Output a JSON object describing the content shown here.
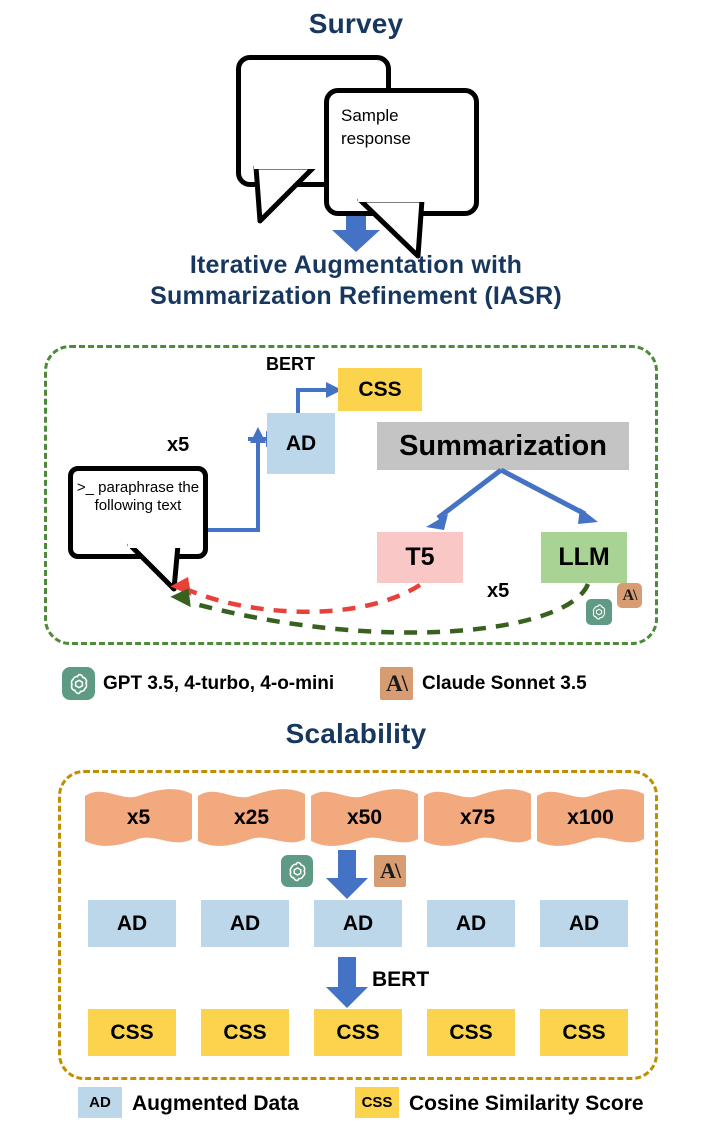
{
  "survey": {
    "title": "Survey",
    "bubble_front_text": "Sample response",
    "bubble_back_text": ""
  },
  "iasr": {
    "title_line1": "Iterative Augmentation with",
    "title_line2": "Summarization Refinement (IASR)",
    "prompt_text": ">_ paraphrase the following text",
    "bert_label": "BERT",
    "x5_input": "x5",
    "x5_feedback": "x5",
    "nodes": {
      "ad": "AD",
      "css": "CSS",
      "summarization": "Summarization",
      "t5": "T5",
      "llm": "LLM"
    }
  },
  "model_legend": [
    {
      "icon": "openai-icon",
      "label": "GPT 3.5, 4-turbo, 4-o-mini",
      "color": "#5f9b84"
    },
    {
      "icon": "claude-icon",
      "label": "Claude Sonnet 3.5",
      "color": "#d79c72"
    }
  ],
  "scalability": {
    "title": "Scalability",
    "ribbons": [
      "x5",
      "x25",
      "x50",
      "x75",
      "x100"
    ],
    "ad_row": [
      "AD",
      "AD",
      "AD",
      "AD",
      "AD"
    ],
    "css_row": [
      "CSS",
      "CSS",
      "CSS",
      "CSS",
      "CSS"
    ],
    "bert_label": "BERT"
  },
  "bottom_legend": [
    {
      "key": "AD",
      "label": "Augmented Data",
      "color": "#bcd7ea"
    },
    {
      "key": "CSS",
      "label": "Cosine Similarity Score",
      "color": "#fbd34d"
    }
  ],
  "colors": {
    "title_blue": "#17375e",
    "arrow_blue": "#4472c4",
    "ad_blue": "#bcd7ea",
    "css_yellow": "#fbd34d",
    "summ_gray": "#c4c4c4",
    "t5_pink": "#fac7c7",
    "llm_green": "#a8d394",
    "ribbon_orange": "#f2a97e",
    "iasr_border_green": "#4e8a3a",
    "scal_border_gold": "#bf8f00",
    "feedback_red": "#e8413a",
    "feedback_green": "#38601f"
  }
}
